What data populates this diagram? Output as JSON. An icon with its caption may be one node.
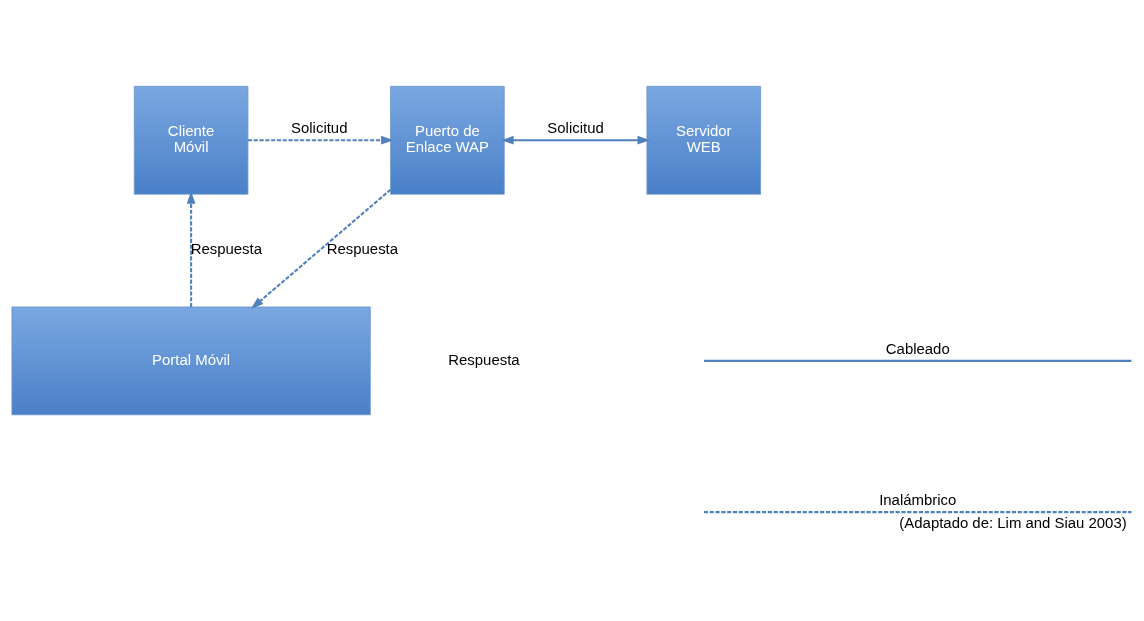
{
  "diagram": {
    "caption": "(Adaptado de: Lim and Siau 2003)",
    "nodes": [
      {
        "text": [
          "Cliente Móvil"
        ]
      },
      {
        "text": [
          "Puerto de Enlace WAP"
        ]
      },
      {
        "text": [
          "Servidor WEB"
        ]
      },
      {
        "text": [
          "Portal Móvil"
        ]
      }
    ],
    "edges": [
      {
        "from": 0,
        "to": 1,
        "arrow": "to",
        "style": "dashed",
        "label": "Solicitud"
      },
      {
        "from": 1,
        "to": 2,
        "arrow": "both",
        "label": "Solicitud"
      },
      {
        "from": 1,
        "to": 3,
        "arrow": "to",
        "style": "dashed",
        "label": "Respuesta"
      },
      {
        "from": 3,
        "to": 0,
        "arrow": "to",
        "style": "dashed",
        "label": "Respuesta"
      }
    ],
    "labels": [
      "Respuesta"
    ],
    "legend": [
      {
        "text": "Cableado"
      },
      {
        "text": "Inalámbrico"
      }
    ]
  }
}
